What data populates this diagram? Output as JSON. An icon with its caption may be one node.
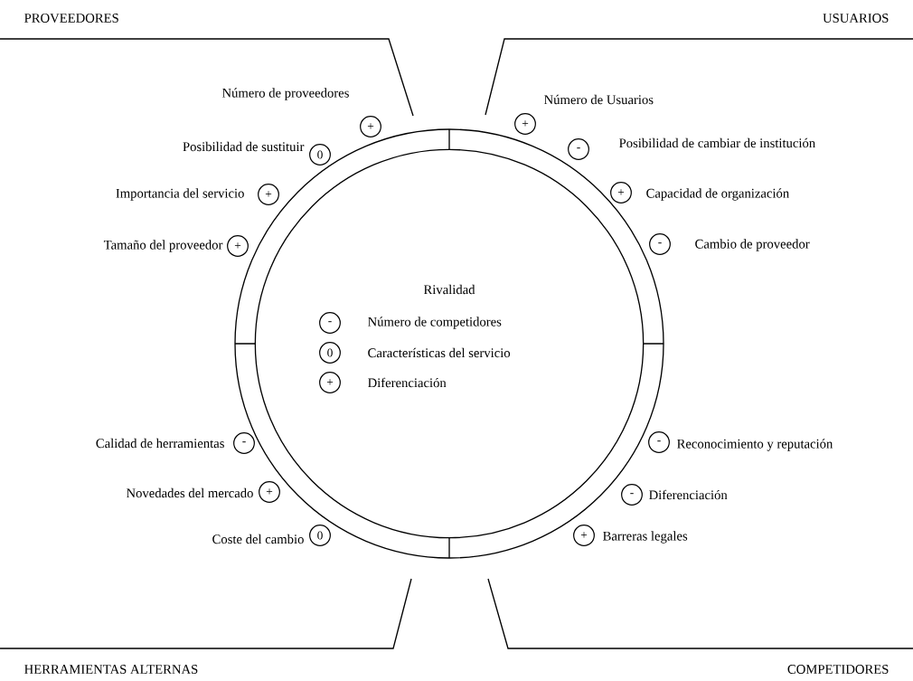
{
  "diagram": {
    "nodes": [
      {
        "text": [
          "Rivalidad"
        ]
      },
      {
        "text": [
          "-"
        ],
        "in": 0,
        "beside": [
          "Número de competidores"
        ]
      },
      {
        "text": [
          "0"
        ],
        "in": 0,
        "beside": [
          "Características del servicio"
        ]
      },
      {
        "text": [
          "+"
        ],
        "in": 0,
        "beside": [
          "Diferenciación"
        ]
      },
      {
        "text": [
          "+"
        ],
        "beside": [
          "Número de proveedores"
        ]
      },
      {
        "text": [
          "0"
        ],
        "beside": [
          "Posibilidad de sustituir"
        ]
      },
      {
        "text": [
          "+"
        ],
        "beside": [
          "Importancia del servicio"
        ]
      },
      {
        "text": [
          "+"
        ],
        "beside": [
          "Tamaño del proveedor"
        ]
      },
      {
        "text": [
          "+"
        ],
        "beside": [
          "Número de Usuarios"
        ]
      },
      {
        "text": [
          "-"
        ],
        "beside": [
          "Posibilidad de cambiar de institución"
        ]
      },
      {
        "text": [
          "+"
        ],
        "beside": [
          "Capacidad de organización"
        ]
      },
      {
        "text": [
          "-"
        ],
        "beside": [
          "Cambio de proveedor"
        ]
      },
      {
        "text": [
          "-"
        ],
        "beside": [
          "Calidad de herramientas"
        ]
      },
      {
        "text": [
          "+"
        ],
        "beside": [
          "Novedades del mercado"
        ]
      },
      {
        "text": [
          "0"
        ],
        "beside": [
          "Coste del cambio"
        ]
      },
      {
        "text": [
          "-"
        ],
        "beside": [
          "Reconocimiento y reputación"
        ]
      },
      {
        "text": [
          "-"
        ],
        "beside": [
          "Diferenciación"
        ]
      },
      {
        "text": [
          "+"
        ],
        "beside": [
          "Barreras legales"
        ]
      }
    ],
    "labels": [
      "PROVEEDORES",
      "USUARIOS",
      "HERRAMIENTAS ALTERNAS",
      "COMPETIDORES"
    ]
  }
}
